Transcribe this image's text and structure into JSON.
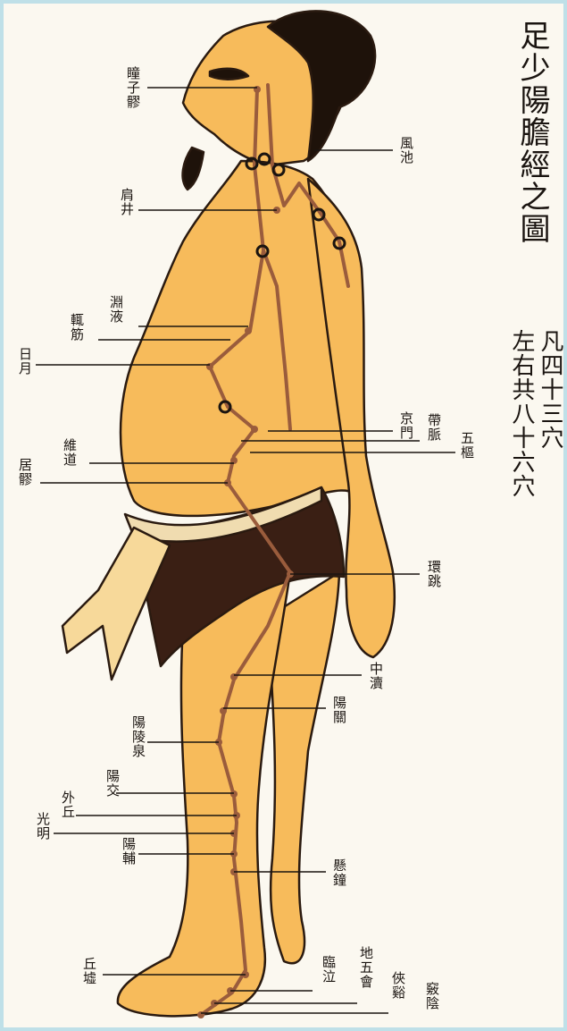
{
  "title": "足少陽膽經之圖",
  "counts": [
    "凡四十三穴",
    "左右共八十六穴"
  ],
  "points": [
    "瞳子髎",
    "風池",
    "肩井",
    "淵液",
    "輒筋",
    "日月",
    "京門",
    "帶脈",
    "五樞",
    "維道",
    "居髎",
    "環跳",
    "中瀆",
    "陽關",
    "陽陵泉",
    "陽交",
    "外丘",
    "光明",
    "陽輔",
    "懸鐘",
    "丘墟",
    "臨泣",
    "地五會",
    "俠谿",
    "竅陰"
  ],
  "colors": {
    "skin": "#f7bb5b",
    "meridian": "#9a5c3c",
    "ink": "#1a1410",
    "background": "#fbf8f0",
    "border": "#cde9ef"
  }
}
